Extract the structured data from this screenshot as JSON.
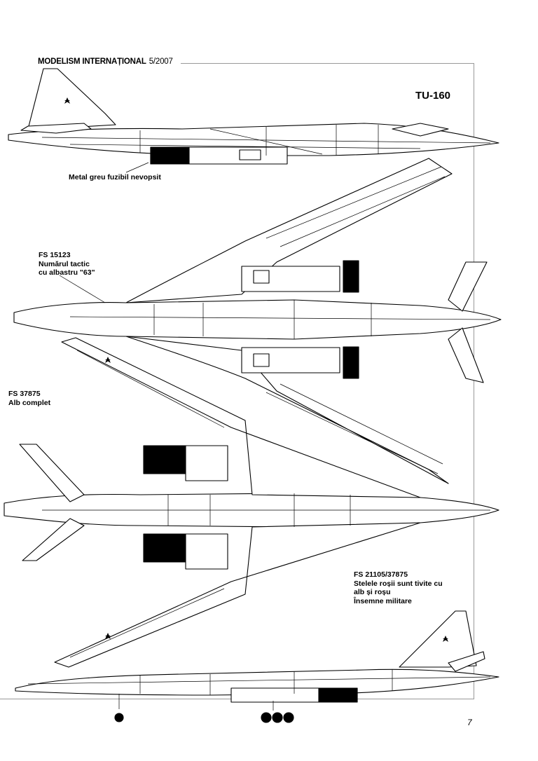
{
  "header": {
    "magazine": "MODELISM INTERNAȚIONAL",
    "issue": "5/2007"
  },
  "title": "TU-160",
  "notes": {
    "metal": "Metal greu fuzibil nevopsit",
    "fs15123": [
      "FS 15123",
      "Numărul tactic",
      "cu albastru \"63\""
    ],
    "fs37875": [
      "FS 37875",
      "Alb complet"
    ],
    "fs21105": [
      "FS 21105/37875",
      "Stelele roșii sunt tivite cu",
      "alb și roșu",
      "Însemne militare"
    ]
  },
  "tactical_number": "63",
  "colors": {
    "ink": "#000000",
    "paper": "#ffffff",
    "rule": "#999999"
  },
  "page_number": "7"
}
